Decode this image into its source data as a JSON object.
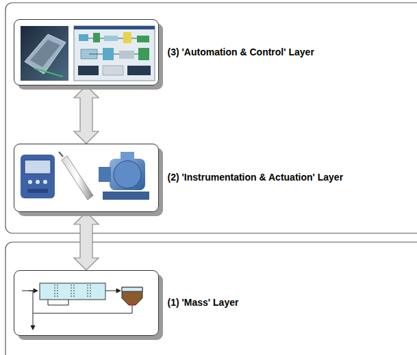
{
  "diagram": {
    "nodes": [
      {
        "text": [
          "(3) 'Automation & Control' Layer"
        ]
      },
      {
        "text": [
          "(2) 'Instrumentation & Actuation' Layer"
        ]
      },
      {
        "text": [
          "(1) 'Mass' Layer"
        ]
      }
    ],
    "edges": [
      {
        "from": 0,
        "to": 1,
        "arrow": "both"
      },
      {
        "from": 1,
        "to": 2,
        "arrow": "both"
      }
    ]
  }
}
